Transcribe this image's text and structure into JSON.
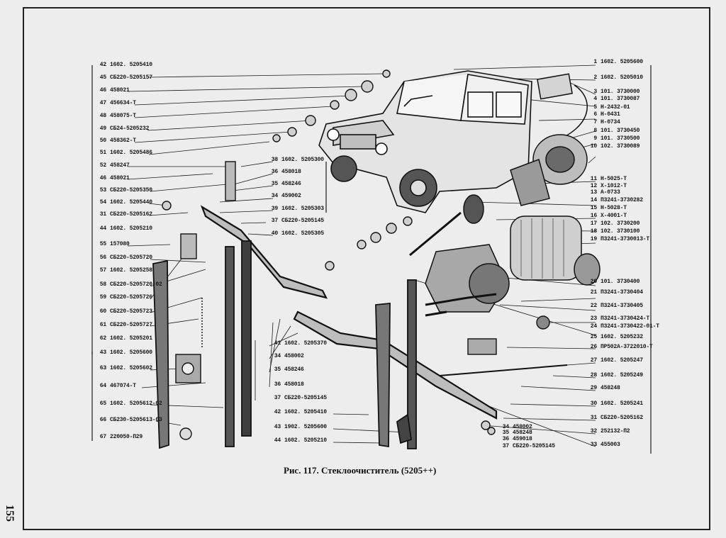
{
  "caption": "Рис. 117. Стеклоочиститель (5205++)",
  "page_number": "155",
  "left_callouts": [
    {
      "n": "42",
      "code": "1602. 5205410"
    },
    {
      "n": "45",
      "code": "СБ220-5205157"
    },
    {
      "n": "46",
      "code": "458021"
    },
    {
      "n": "47",
      "code": "456634-Т"
    },
    {
      "n": "48",
      "code": "458075-Т"
    },
    {
      "n": "49",
      "code": "СБ24-5205232"
    },
    {
      "n": "50",
      "code": "458362-Т"
    },
    {
      "n": "51",
      "code": "1602. 5205486"
    },
    {
      "n": "52",
      "code": "458247"
    },
    {
      "n": "46",
      "code": "458021"
    },
    {
      "n": "53",
      "code": "СБ220-5205350"
    },
    {
      "n": "54",
      "code": "1602. 5205440"
    },
    {
      "n": "31",
      "code": "СБ220-5205162"
    },
    {
      "n": "44",
      "code": "1602. 5205210"
    },
    {
      "n": "55",
      "code": "157080"
    },
    {
      "n": "56",
      "code": "СБ220-5205720"
    },
    {
      "n": "57",
      "code": "1602. 5205258"
    },
    {
      "n": "58",
      "code": "СБ220-5205720-02"
    },
    {
      "n": "59",
      "code": "СБ220-5205726"
    },
    {
      "n": "60",
      "code": "СБ220-5205723"
    },
    {
      "n": "61",
      "code": "СБ220-5205727"
    },
    {
      "n": "62",
      "code": "1602. 5205201"
    },
    {
      "n": "43",
      "code": "1602. 5205600"
    },
    {
      "n": "63",
      "code": "1602. 5205602"
    },
    {
      "n": "64",
      "code": "467074-Т"
    },
    {
      "n": "65",
      "code": "1602. 5205612-02"
    },
    {
      "n": "66",
      "code": "СБ230-5205613-03"
    },
    {
      "n": "67",
      "code": "220050-П29"
    }
  ],
  "center_callouts": [
    {
      "n": "38",
      "code": "1602. 5205300"
    },
    {
      "n": "36",
      "code": "458018"
    },
    {
      "n": "35",
      "code": "458246"
    },
    {
      "n": "34",
      "code": "459002"
    },
    {
      "n": "39",
      "code": "1602. 5205303"
    },
    {
      "n": "37",
      "code": "СБ220-5205145"
    },
    {
      "n": "40",
      "code": "1602. 5205305"
    }
  ],
  "lower_center_callouts": [
    {
      "n": "41",
      "code": "1602. 5205370"
    },
    {
      "n": "34",
      "code": "458002"
    },
    {
      "n": "35",
      "code": "458246"
    },
    {
      "n": "36",
      "code": "458018"
    },
    {
      "n": "37",
      "code": "СБ220-5205145"
    },
    {
      "n": "42",
      "code": "1602. 5205410"
    },
    {
      "n": "43",
      "code": "1902. 5205600"
    },
    {
      "n": "44",
      "code": "1602. 5205210"
    }
  ],
  "bottom_small_callouts": [
    {
      "n": "34",
      "code": "458002"
    },
    {
      "n": "35",
      "code": "458248"
    },
    {
      "n": "36",
      "code": "459018"
    },
    {
      "n": "37",
      "code": "СБ220-5205145"
    }
  ],
  "right_callouts": [
    {
      "n": "1",
      "code": "1602. 5205600"
    },
    {
      "n": "2",
      "code": "1602. 5205010"
    },
    {
      "n": "3",
      "code": "101. 3730000"
    },
    {
      "n": "4",
      "code": "101. 3730087"
    },
    {
      "n": "5",
      "code": "Н-2432-01"
    },
    {
      "n": "6",
      "code": "Н-0431"
    },
    {
      "n": "7",
      "code": "Н-0734"
    },
    {
      "n": "8",
      "code": "101. 3730450"
    },
    {
      "n": "9",
      "code": "101. 3730500"
    },
    {
      "n": "10",
      "code": "102. 3730089"
    },
    {
      "n": "11",
      "code": "Н-5025-Т"
    },
    {
      "n": "12",
      "code": "Х-1012-Т"
    },
    {
      "n": "13",
      "code": "А-0733"
    },
    {
      "n": "14",
      "code": "П3241-3730282"
    },
    {
      "n": "15",
      "code": "Н-5028-Т"
    },
    {
      "n": "16",
      "code": "Х-4001-Т"
    },
    {
      "n": "17",
      "code": "102. 3730200"
    },
    {
      "n": "18",
      "code": "102. 3730100"
    },
    {
      "n": "19",
      "code": "П3241-3730013-Т"
    },
    {
      "n": "20",
      "code": "101. 3730400"
    },
    {
      "n": "21",
      "code": "П3241-3730404"
    },
    {
      "n": "22",
      "code": "П3241-3730405"
    },
    {
      "n": "23",
      "code": "П3241-3730424-Т"
    },
    {
      "n": "24",
      "code": "П3241-3730422-01-Т"
    },
    {
      "n": "25",
      "code": "1602. 5205232"
    },
    {
      "n": "26",
      "code": "ПР502А-3722010-Т"
    },
    {
      "n": "27",
      "code": "1602. 5205247"
    },
    {
      "n": "28",
      "code": "1602. 5205249"
    },
    {
      "n": "29",
      "code": "458248"
    },
    {
      "n": "30",
      "code": "1602. 5205241"
    },
    {
      "n": "31",
      "code": "СБ220-5205162"
    },
    {
      "n": "32",
      "code": "252132-П2"
    },
    {
      "n": "33",
      "code": "455003"
    }
  ]
}
